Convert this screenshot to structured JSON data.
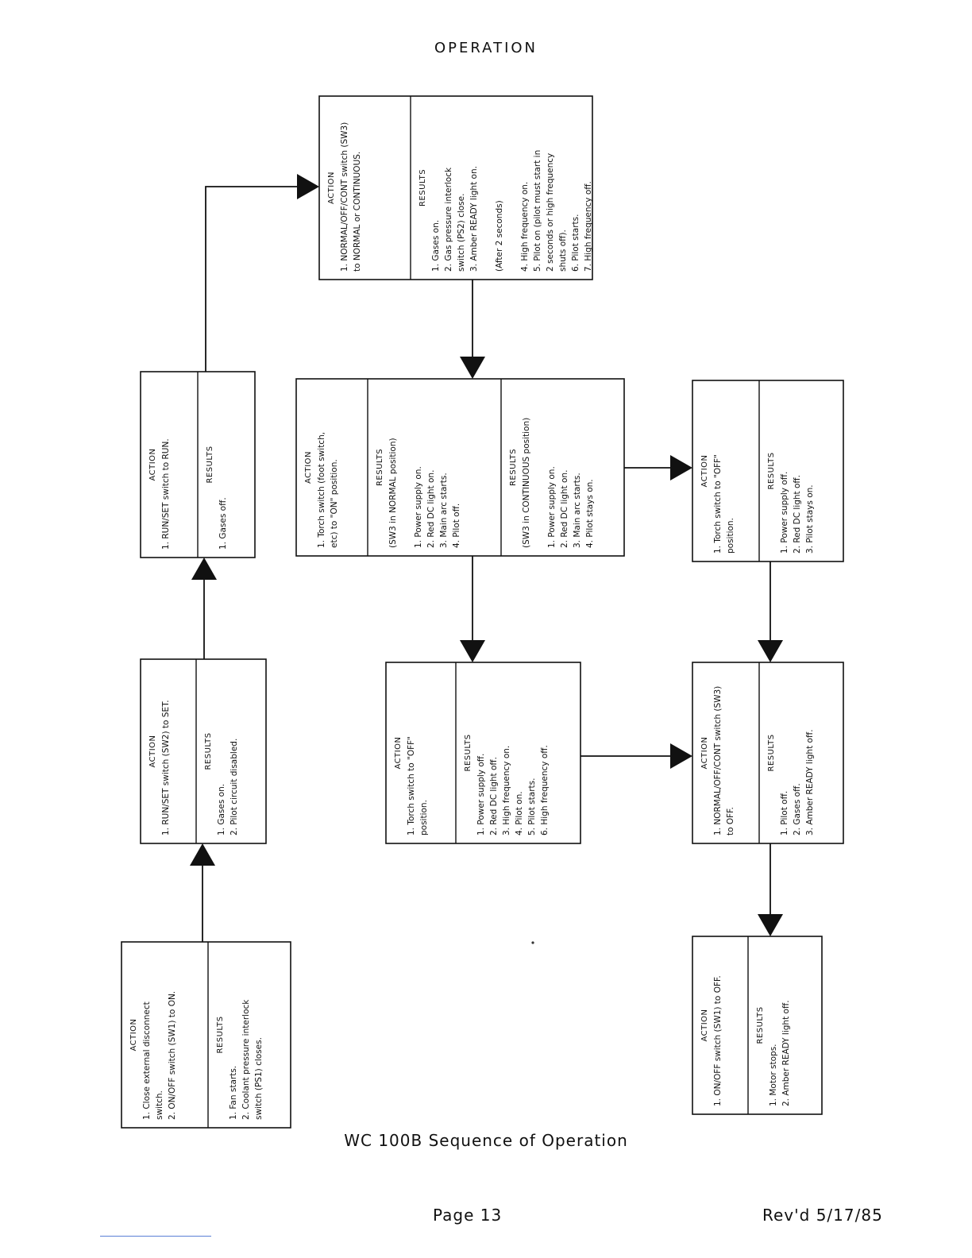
{
  "header": "OPERATION",
  "caption": "WC 100B Sequence of Operation",
  "footer": {
    "page": "Page 13",
    "revised": "Rev'd 5/17/85"
  },
  "boxes": [
    {
      "id": "box-1",
      "sections": [
        {
          "title": "ACTION",
          "lines": [
            "1. Close external disconnect",
            "   switch.",
            "2. ON/OFF switch (SW1) to ON."
          ]
        },
        {
          "title": "RESULTS",
          "lines": [
            "1. Fan starts.",
            "2. Coolant pressure interlock",
            "   switch (PS1) closes."
          ]
        }
      ]
    },
    {
      "id": "box-2",
      "sections": [
        {
          "title": "ACTION",
          "lines": [
            "1. RUN/SET switch (SW2) to SET."
          ]
        },
        {
          "title": "RESULTS",
          "lines": [
            "1. Gases on.",
            "2. Pilot circuit disabled."
          ]
        }
      ]
    },
    {
      "id": "box-3",
      "sections": [
        {
          "title": "ACTION",
          "lines": [
            "1. RUN/SET switch to RUN."
          ]
        },
        {
          "title": "RESULTS",
          "lines": [
            "1. Gases off."
          ]
        }
      ]
    },
    {
      "id": "box-4",
      "sections": [
        {
          "title": "ACTION",
          "lines": [
            "1. NORMAL/OFF/CONT switch (SW3)",
            "   to NORMAL or CONTINUOUS."
          ]
        },
        {
          "title": "RESULTS",
          "lines": [
            "1. Gases on.",
            "2. Gas pressure interlock",
            "   switch (PS2) close.",
            "3. Amber READY light on.",
            "",
            "     (After 2 seconds)",
            "",
            "4. High frequency on.",
            "5. Pilot on (pilot must start in",
            "   2 seconds or high frequency",
            "   shuts off).",
            "6. Pilot starts.",
            "7. High frequency off."
          ]
        }
      ]
    },
    {
      "id": "box-5",
      "sections": [
        {
          "title": "ACTION",
          "lines": [
            "1. Torch switch (foot switch,",
            "   etc) to \"ON\" position."
          ]
        },
        {
          "title": "RESULTS",
          "lines": [
            "(SW3 in NORMAL position)",
            "",
            "1. Power supply on.",
            "2. Red DC light on.",
            "3. Main arc starts.",
            "4. Pilot off."
          ]
        },
        {
          "title": "RESULTS",
          "lines": [
            "(SW3 in CONTINUOUS position)",
            "",
            "1. Power supply on.",
            "2. Red DC light on.",
            "3. Main arc starts.",
            "4. Pilot stays on."
          ]
        }
      ]
    },
    {
      "id": "box-6",
      "sections": [
        {
          "title": "ACTION",
          "lines": [
            "1. Torch switch to \"OFF\"",
            "   position."
          ]
        },
        {
          "title": "RESULTS",
          "lines": [
            "1. Power supply off.",
            "2. Red DC light off.",
            "3. High frequency on.",
            "4. Pilot on.",
            "5. Pilot starts.",
            "6. High frequency off."
          ]
        }
      ]
    },
    {
      "id": "box-7",
      "sections": [
        {
          "title": "ACTION",
          "lines": [
            "1. Torch switch to \"OFF\"",
            "   position."
          ]
        },
        {
          "title": "RESULTS",
          "lines": [
            "1. Power supply off.",
            "2. Red DC light off.",
            "3. Pilot stays on."
          ]
        }
      ]
    },
    {
      "id": "box-8",
      "sections": [
        {
          "title": "ACTION",
          "lines": [
            "1. NORMAL/OFF/CONT switch (SW3)",
            "   to OFF."
          ]
        },
        {
          "title": "RESULTS",
          "lines": [
            "1. Pilot off.",
            "2. Gases off.",
            "3. Amber READY light off."
          ]
        }
      ]
    },
    {
      "id": "box-9",
      "sections": [
        {
          "title": "ACTION",
          "lines": [
            "1. ON/OFF switch (SW1) to OFF."
          ]
        },
        {
          "title": "RESULTS",
          "lines": [
            "1. Motor stops.",
            "2. Amber READY light off."
          ]
        }
      ]
    }
  ],
  "connections": [
    {
      "from": "box-1",
      "to": "box-2"
    },
    {
      "from": "box-2",
      "to": "box-3"
    },
    {
      "from": "box-3",
      "to": "box-4"
    },
    {
      "from": "box-4",
      "to": "box-5"
    },
    {
      "from": "box-5",
      "to": "box-6"
    },
    {
      "from": "box-5",
      "to": "box-7"
    },
    {
      "from": "box-6",
      "to": "box-8"
    },
    {
      "from": "box-7",
      "to": "box-8"
    },
    {
      "from": "box-8",
      "to": "box-9"
    }
  ]
}
